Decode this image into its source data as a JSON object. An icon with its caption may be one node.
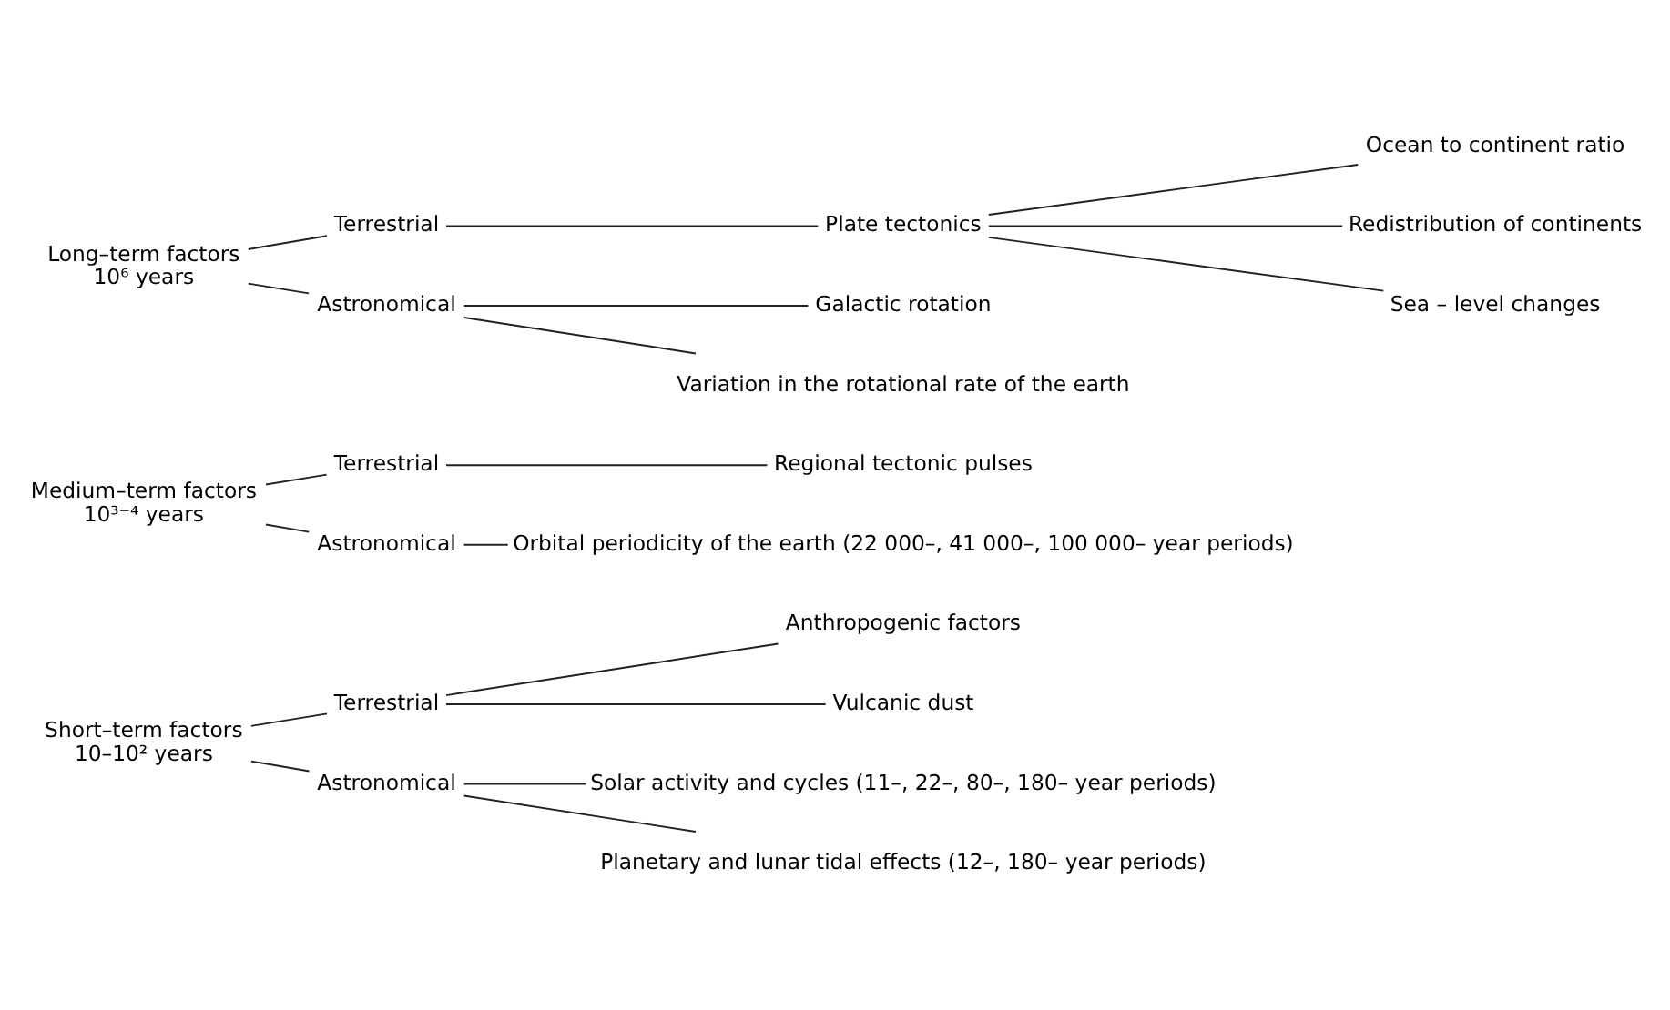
{
  "diagram": {
    "nodes": [
      {
        "text": [
          "Short–term factors",
          "10–10² years"
        ]
      },
      {
        "text": [
          "Terrestrial"
        ]
      },
      {
        "text": [
          "Anthropogenic factors"
        ]
      },
      {
        "text": [
          "Vulcanic dust"
        ]
      },
      {
        "text": [
          "Astronomical"
        ]
      },
      {
        "text": [
          "Solar activity and cycles (11–, 22–, 80–, 180– year periods)"
        ]
      },
      {
        "text": [
          "Planetary and lunar tidal effects (12–, 180– year periods)"
        ]
      },
      {
        "text": [
          "Medium–term factors",
          "10³⁻⁴ years"
        ]
      },
      {
        "text": [
          "Terrestrial"
        ]
      },
      {
        "text": [
          "Regional tectonic pulses"
        ]
      },
      {
        "text": [
          "Astronomical"
        ]
      },
      {
        "text": [
          "Orbital periodicity of the earth (22 000–, 41 000–, 100 000– year periods)"
        ]
      },
      {
        "text": [
          "Long–term factors",
          "10⁶ years"
        ]
      },
      {
        "text": [
          "Terrestrial"
        ]
      },
      {
        "text": [
          "Plate tectonics"
        ]
      },
      {
        "text": [
          "Ocean to continent ratio"
        ]
      },
      {
        "text": [
          "Redistribution of continents"
        ]
      },
      {
        "text": [
          "Sea – level changes"
        ]
      },
      {
        "text": [
          "Astronomical"
        ]
      },
      {
        "text": [
          "Galactic rotation"
        ]
      },
      {
        "text": [
          "Variation in the rotational rate of the earth"
        ]
      }
    ],
    "edges": [
      {
        "from": 0,
        "to": 1,
        "arrow": "none"
      },
      {
        "from": 0,
        "to": 4,
        "arrow": "none"
      },
      {
        "from": 1,
        "to": 2,
        "arrow": "none"
      },
      {
        "from": 1,
        "to": 3,
        "arrow": "none"
      },
      {
        "from": 4,
        "to": 5,
        "arrow": "none"
      },
      {
        "from": 4,
        "to": 6,
        "arrow": "none"
      },
      {
        "from": 7,
        "to": 8,
        "arrow": "none"
      },
      {
        "from": 7,
        "to": 10,
        "arrow": "none"
      },
      {
        "from": 8,
        "to": 9,
        "arrow": "none"
      },
      {
        "from": 10,
        "to": 11,
        "arrow": "none"
      },
      {
        "from": 12,
        "to": 13,
        "arrow": "none"
      },
      {
        "from": 12,
        "to": 18,
        "arrow": "none"
      },
      {
        "from": 13,
        "to": 14,
        "arrow": "none"
      },
      {
        "from": 14,
        "to": 15,
        "arrow": "none"
      },
      {
        "from": 14,
        "to": 16,
        "arrow": "none"
      },
      {
        "from": 14,
        "to": 17,
        "arrow": "none"
      },
      {
        "from": 18,
        "to": 19,
        "arrow": "none"
      },
      {
        "from": 18,
        "to": 20,
        "arrow": "none"
      }
    ]
  }
}
